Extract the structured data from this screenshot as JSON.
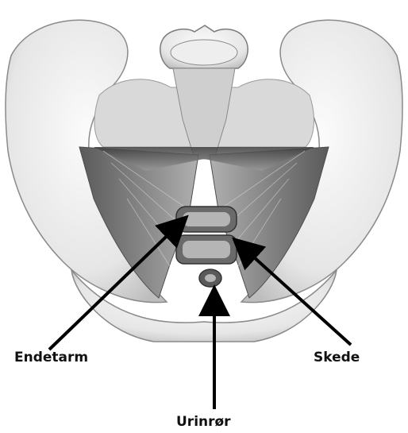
{
  "labels": {
    "rectum": "Endetarm",
    "vagina": "Skede",
    "urethra": "Urinrør"
  },
  "colors": {
    "bone": "#f2f2f2",
    "bone_outline": "#8a8a8a",
    "muscle": "#7e7e7e",
    "muscle_dark": "#4e4e4e",
    "arrow": "#000000"
  }
}
